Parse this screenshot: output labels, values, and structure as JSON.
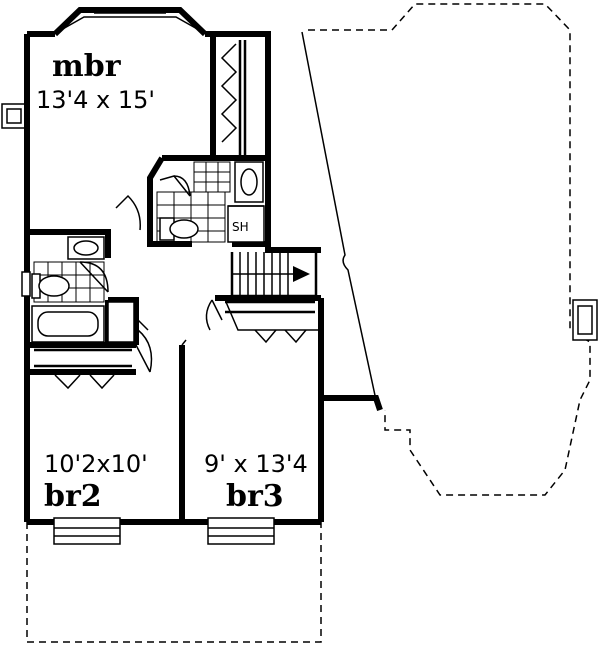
{
  "rooms": {
    "master": {
      "name": "mbr",
      "size": "13'4 x 15'"
    },
    "bedroom2": {
      "name": "br2",
      "size": "10'2x10'"
    },
    "bedroom3": {
      "name": "br3",
      "size": "9' x 13'4"
    }
  },
  "fixtures": {
    "shower_label": "SH"
  }
}
